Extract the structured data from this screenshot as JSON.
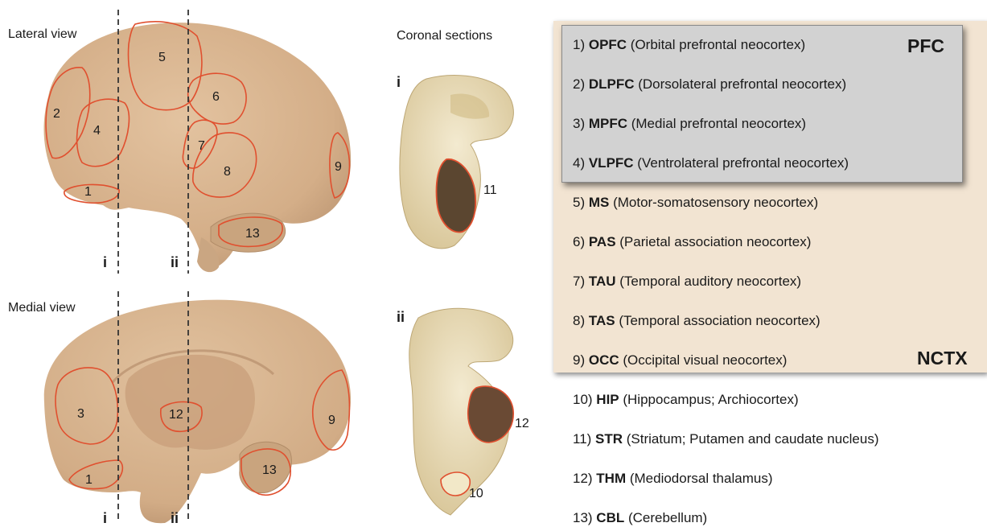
{
  "views": {
    "lateral": "Lateral view",
    "medial": "Medial view",
    "coronal": "Coronal sections"
  },
  "section_markers": [
    "i",
    "ii"
  ],
  "region_numbers": {
    "lateral": [
      "1",
      "2",
      "4",
      "5",
      "6",
      "7",
      "8",
      "9",
      "13"
    ],
    "medial": [
      "1",
      "3",
      "9",
      "12",
      "13"
    ],
    "coronal_i": [
      "11"
    ],
    "coronal_ii": [
      "10",
      "12"
    ]
  },
  "legend": {
    "group_pfc": "PFC",
    "group_nctx": "NCTX",
    "items": [
      {
        "num": "1)",
        "abbr": "OPFC",
        "desc": "(Orbital prefrontal neocortex)"
      },
      {
        "num": "2)",
        "abbr": "DLPFC",
        "desc": "(Dorsolateral prefrontal neocortex)"
      },
      {
        "num": "3)",
        "abbr": "MPFC",
        "desc": "(Medial prefrontal neocortex)"
      },
      {
        "num": "4)",
        "abbr": "VLPFC",
        "desc": "(Ventrolateral prefrontal neocortex)"
      },
      {
        "num": "5)",
        "abbr": "MS",
        "desc": "(Motor-somatosensory neocortex)"
      },
      {
        "num": "6)",
        "abbr": "PAS",
        "desc": "(Parietal association neocortex)"
      },
      {
        "num": "7)",
        "abbr": "TAU",
        "desc": "(Temporal auditory neocortex)"
      },
      {
        "num": "8)",
        "abbr": "TAS",
        "desc": "(Temporal association neocortex)"
      },
      {
        "num": "9)",
        "abbr": "OCC",
        "desc": "(Occipital visual neocortex)"
      },
      {
        "num": "10)",
        "abbr": "HIP",
        "desc": "(Hippocampus; Archiocortex)"
      },
      {
        "num": "11)",
        "abbr": "STR",
        "desc": "(Striatum; Putamen and caudate nucleus)"
      },
      {
        "num": "12)",
        "abbr": "THM",
        "desc": "(Mediodorsal thalamus)"
      },
      {
        "num": "13)",
        "abbr": "CBL",
        "desc": "(Cerebellum)"
      }
    ]
  },
  "colors": {
    "brain_fill": "#d8b48e",
    "region_outline": "#e0502f",
    "pfc_box": "#d2d2d2",
    "nctx_box": "#f2e4d2",
    "section_tissue": "#e8dcb8"
  }
}
